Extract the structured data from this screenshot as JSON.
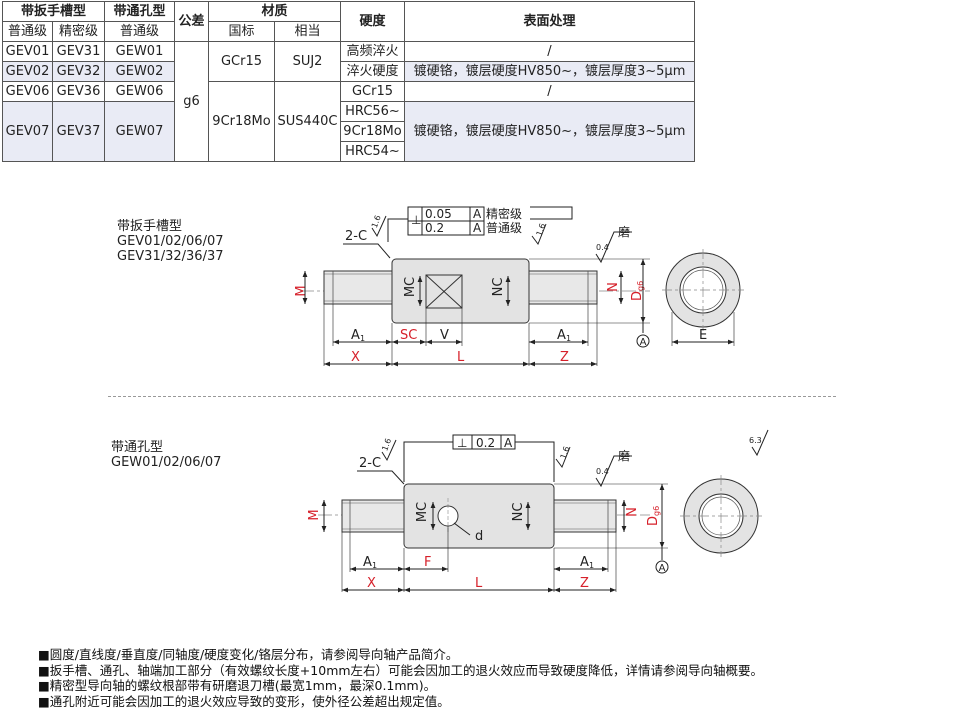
{
  "table": {
    "headers": {
      "handle_slot": "带扳手槽型",
      "through_hole": "带通孔型",
      "tolerance": "公差",
      "material": "材质",
      "hardness": "硬度",
      "surface": "表面处理"
    },
    "subheaders": {
      "normal": "普通级",
      "precision": "精密级",
      "normal2": "普通级",
      "national": "国标",
      "equivalent": "相当"
    },
    "rows": [
      {
        "a": "GEV01",
        "b": "GEV31",
        "c": "GEW01"
      },
      {
        "a": "GEV02",
        "b": "GEV32",
        "c": "GEW02"
      },
      {
        "a": "GEV06",
        "b": "GEV36",
        "c": "GEW06"
      },
      {
        "a": "GEV07",
        "b": "GEV37",
        "c": "GEW07"
      }
    ],
    "tolerance_value": "g6",
    "materials": [
      {
        "national": "GCr15",
        "equivalent": "SUJ2"
      },
      {
        "national": "9Cr18Mo",
        "equivalent": "SUS440C"
      }
    ],
    "hardness_lines": [
      "高频淬火",
      "淬火硬度",
      "GCr15",
      "HRC56~",
      "9Cr18Mo",
      "HRC54~"
    ],
    "surface": [
      "/",
      "镀硬铬，镀层硬度HV850~，镀层厚度3~5μm",
      "/",
      "镀硬铬，镀层硬度HV850~，镀层厚度3~5μm"
    ]
  },
  "drawing1": {
    "title": "带扳手槽型",
    "models1": "GEV01/02/06/07",
    "models2": "GEV31/32/36/37",
    "chamfer": "2-C",
    "rough16a": "1.6",
    "rough16b": "1.6",
    "rough04": "0.4",
    "grind": "磨",
    "fcf": [
      {
        "sym": "⊥",
        "val": "0.05",
        "ref": "A",
        "grade": "精密级"
      },
      {
        "sym": "⊥",
        "val": "0.2",
        "ref": "A",
        "grade": "普通级"
      }
    ],
    "M": "M",
    "MC": "MC",
    "NC": "NC",
    "N": "N",
    "D": "D",
    "Dsub": "g6",
    "A1": "A",
    "A1sub": "1",
    "SC": "SC",
    "V": "V",
    "A1b": "A",
    "A1bsub": "1",
    "X": "X",
    "L": "L",
    "Z": "Z",
    "datum": "A",
    "E": "E"
  },
  "drawing2": {
    "title": "带通孔型",
    "models": "GEW01/02/06/07",
    "chamfer": "2-C",
    "rough16a": "1.6",
    "rough16b": "1.6",
    "rough04": "0.4",
    "rough63": "6.3",
    "grind": "磨",
    "fcf": {
      "sym": "⊥",
      "val": "0.2",
      "ref": "A"
    },
    "M": "M",
    "MC": "MC",
    "NC": "NC",
    "N": "N",
    "D": "D",
    "Dsub": "g6",
    "d": "d",
    "A1": "A",
    "A1sub": "1",
    "F": "F",
    "A1b": "A",
    "A1bsub": "1",
    "X": "X",
    "L": "L",
    "Z": "Z",
    "datum": "A"
  },
  "notes": [
    "■圆度/直线度/垂直度/同轴度/硬度变化/铬层分布，请参阅导向轴产品简介。",
    "■扳手槽、通孔、轴端加工部分（有效螺纹长度+10mm左右）可能会因加工的退火效应而导致硬度降低，详情请参阅导向轴概要。",
    "■精密型导向轴的螺纹根部带有研磨退刀槽(最宽1mm，最深0.1mm)。",
    "■通孔附近可能会因加工的退火效应导致的变形，使外径公差超出规定值。"
  ]
}
